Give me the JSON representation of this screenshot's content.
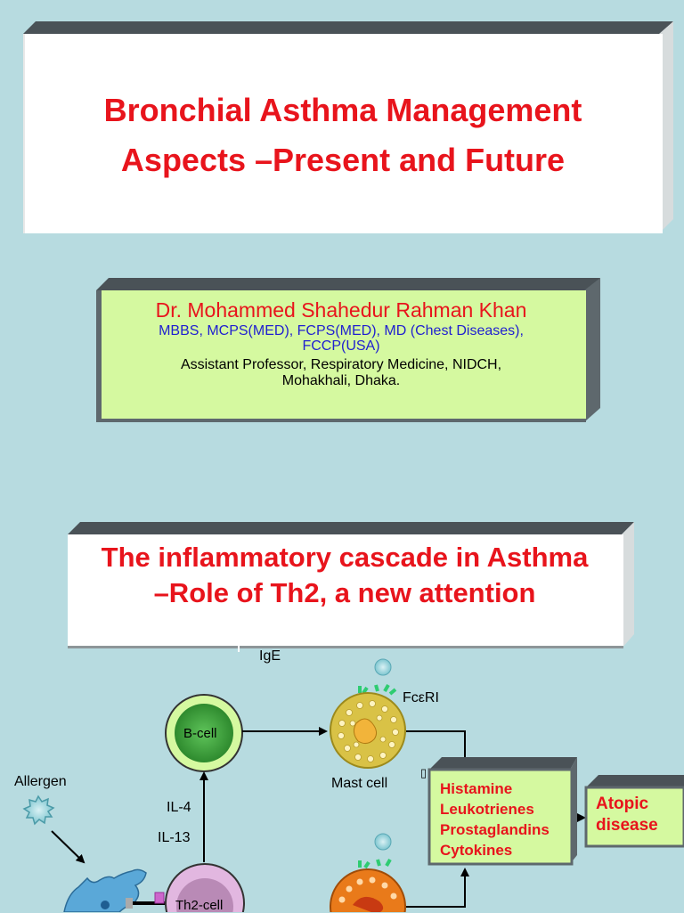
{
  "slide1": {
    "title_line1": "Bronchial Asthma Management",
    "title_line2": "Aspects –Present and Future"
  },
  "author": {
    "name": "Dr. Mohammed Shahedur Rahman Khan",
    "degrees_line1": "MBBS, MCPS(MED), FCPS(MED), MD (Chest Diseases),",
    "degrees_line2": "FCCP(USA)",
    "position_line1": "Assistant Professor, Respiratory Medicine, NIDCH,",
    "position_line2": "Mohakhali, Dhaka."
  },
  "slide2": {
    "title_line1": "The inflammatory cascade in Asthma",
    "title_line2": "–Role of Th2, a new attention"
  },
  "diagram": {
    "ige": "IgE",
    "fceri": "FcεRI",
    "b_cell": "B-cell",
    "mast_cell": "Mast cell",
    "allergen": "Allergen",
    "il4": "IL-4",
    "il13": "IL-13",
    "th2_cell": "Th2-cell",
    "mediators": [
      "Histamine",
      "Leukotrienes",
      "Prostaglandins",
      "Cytokines"
    ],
    "outcome_line1": "Atopic",
    "outcome_line2": "disease",
    "stray_glyph": "▯"
  },
  "colors": {
    "background": "#b7dbe0",
    "title_red": "#e8141c",
    "author_box": "#d5f9a0",
    "degrees_blue": "#1f1fd0"
  }
}
